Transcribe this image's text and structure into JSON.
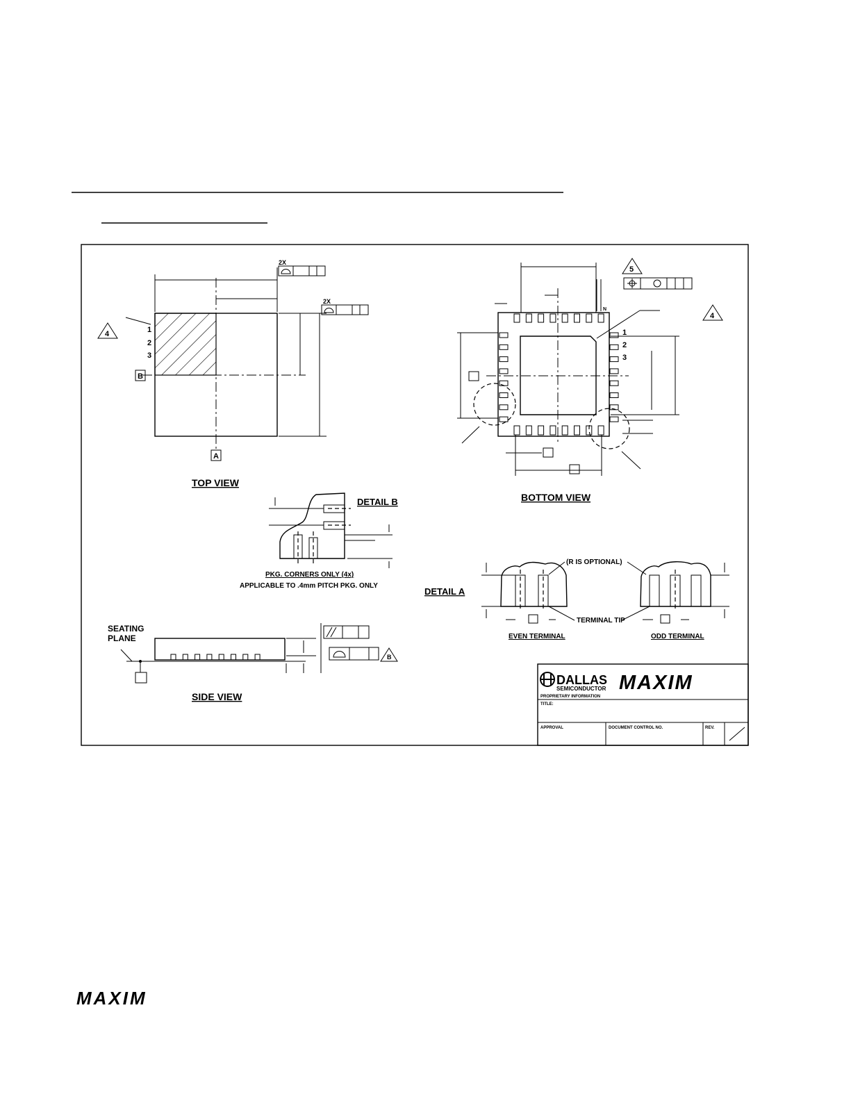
{
  "drawing": {
    "top_view": {
      "title": "TOP VIEW",
      "pin_labels": [
        "1",
        "2",
        "3"
      ],
      "datum_a": "A",
      "datum_b": "B",
      "note_4": "4",
      "tol_2x_top": "2X",
      "tol_2x_side": "2X"
    },
    "bottom_view": {
      "title": "BOTTOM VIEW",
      "pin_labels": [
        "1",
        "2",
        "3"
      ],
      "note_5": "5",
      "note_4": "4",
      "label_n": "N"
    },
    "detail_b": {
      "title": "DETAIL B",
      "note_line1": "PKG. CORNERS ONLY (4x)",
      "note_line2": "APPLICABLE TO .4mm PITCH PKG. ONLY"
    },
    "detail_a": {
      "title": "DETAIL A",
      "r_optional": "(R IS OPTIONAL)",
      "terminal_tip": "TERMINAL TIP",
      "even_terminal": "EVEN TERMINAL",
      "odd_terminal": "ODD TERMINAL"
    },
    "side_view": {
      "title": "SIDE VIEW",
      "seating_line1": "SEATING",
      "seating_line2": "PLANE",
      "note_b": "B"
    },
    "title_block": {
      "company_dallas": "DALLAS",
      "company_semi": "SEMICONDUCTOR",
      "company_maxim": "MAXIM",
      "proprietary": "PROPRIETARY INFORMATION",
      "title_label": "TITLE:",
      "approval_label": "APPROVAL",
      "doc_control_label": "DOCUMENT CONTROL NO.",
      "rev_label": "REV."
    }
  },
  "footer": {
    "logo": "MAXIM"
  }
}
